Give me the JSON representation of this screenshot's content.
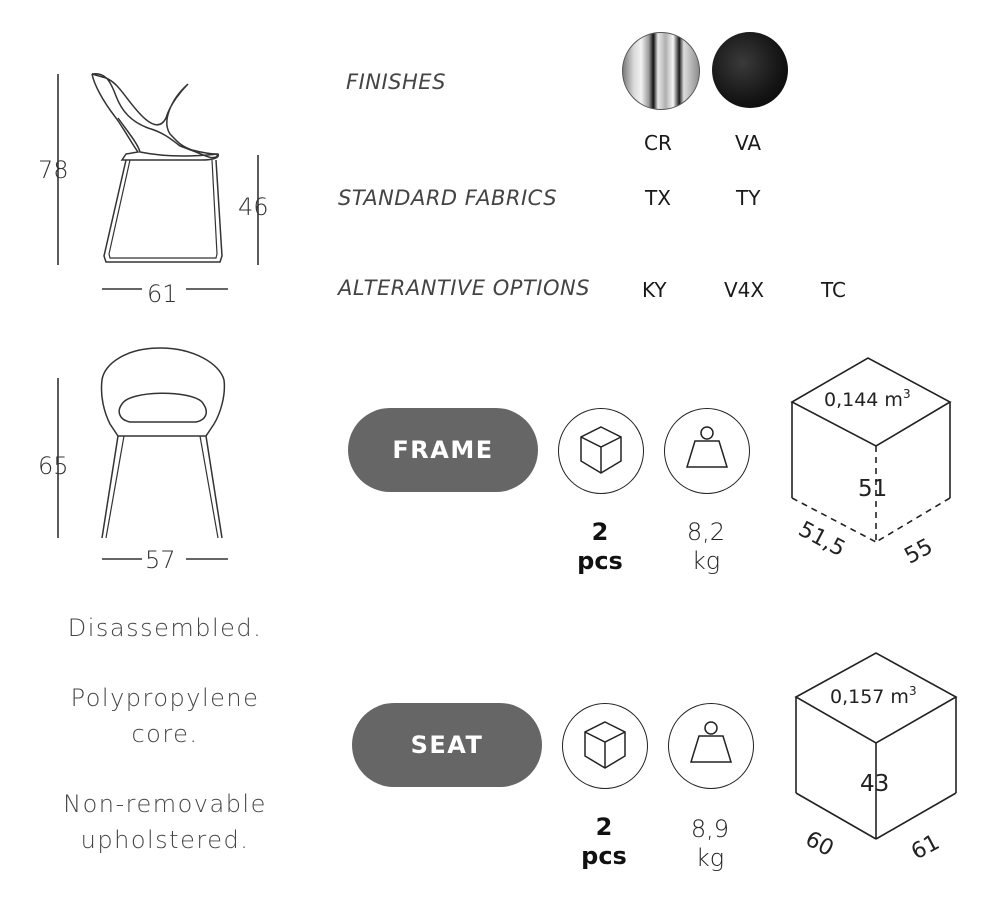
{
  "dimensions": {
    "side_height": "78",
    "seat_height": "46",
    "side_depth": "61",
    "front_height": "65",
    "front_width": "57"
  },
  "specs": {
    "finishes_label": "FINISHES",
    "finishes": [
      {
        "code": "CR",
        "color": "#b8b8b8"
      },
      {
        "code": "VA",
        "color": "#111111"
      }
    ],
    "fabrics_label": "STANDARD FABRICS",
    "fabrics": [
      "TX",
      "TY"
    ],
    "options_label": "ALTERANTIVE OPTIONS",
    "options": [
      "KY",
      "V4X",
      "TC"
    ]
  },
  "notes": {
    "disassembled": "Disassembled.",
    "core_line1": "Polypropylene",
    "core_line2": "core.",
    "upholstery_line1": "Non-removable",
    "upholstery_line2": "upholstered."
  },
  "packages": [
    {
      "name": "FRAME",
      "pcs_count": "2",
      "pcs_unit": "pcs",
      "weight": "8,2",
      "weight_unit": "kg",
      "volume": "0,144 m",
      "volume_exp": "3",
      "box_height": "51",
      "box_depth": "51,5",
      "box_width": "55"
    },
    {
      "name": "SEAT",
      "pcs_count": "2",
      "pcs_unit": "pcs",
      "weight": "8,9",
      "weight_unit": "kg",
      "volume": "0,157 m",
      "volume_exp": "3",
      "box_height": "43",
      "box_depth": "60",
      "box_width": "61"
    }
  ]
}
